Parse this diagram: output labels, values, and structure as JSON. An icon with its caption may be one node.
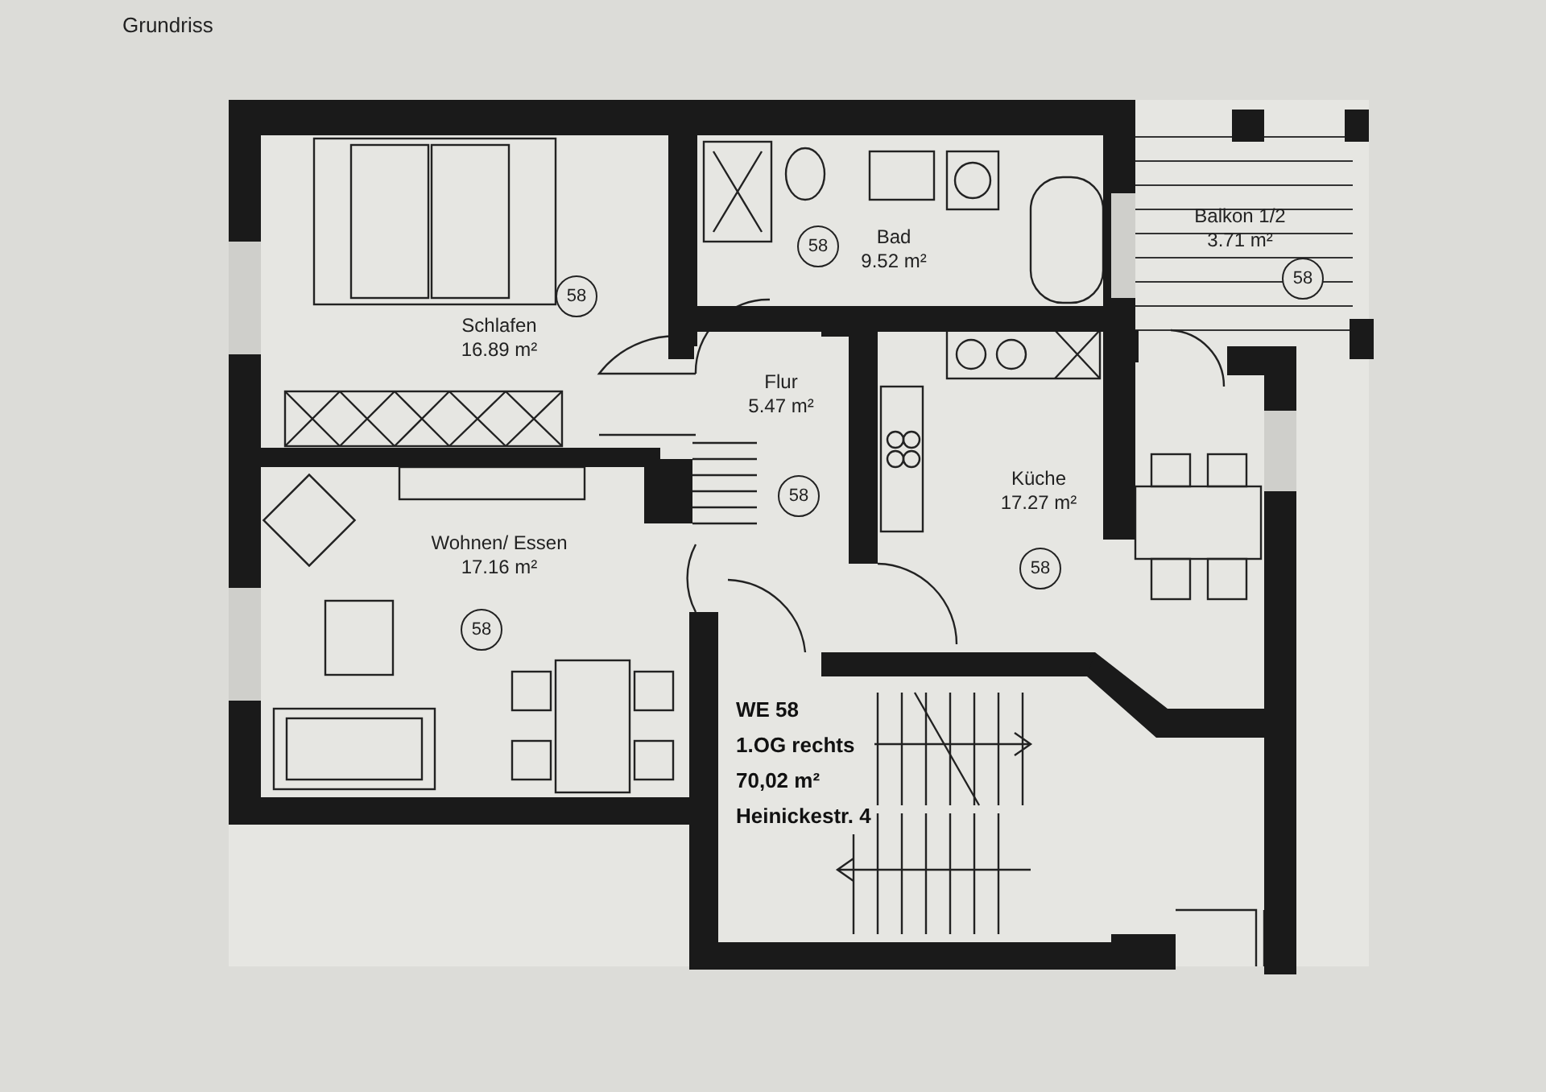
{
  "diagram": {
    "title": "Grundriss",
    "nodes": [
      {
        "text": [
          "Schlafen",
          "16.89 m²"
        ]
      },
      {
        "text": [
          "58"
        ],
        "in": 0
      },
      {
        "text": [
          "Bad",
          "9.52 m²"
        ]
      },
      {
        "text": [
          "58"
        ],
        "in": 2
      },
      {
        "text": [
          "Balkon 1/2",
          "3.71 m²"
        ]
      },
      {
        "text": [
          "58"
        ],
        "in": 4
      },
      {
        "text": [
          "Flur",
          "5.47 m²"
        ]
      },
      {
        "text": [
          "58"
        ],
        "in": 6
      },
      {
        "text": [
          "Küche",
          "17.27 m²"
        ]
      },
      {
        "text": [
          "58"
        ],
        "in": 8
      },
      {
        "text": [
          "Wohnen/ Essen",
          "17.16 m²"
        ]
      },
      {
        "text": [
          "58"
        ],
        "in": 10
      }
    ],
    "labels": [
      "WE 58",
      "1.OG rechts",
      "70,02 m²",
      "Heinickestr. 4"
    ]
  }
}
